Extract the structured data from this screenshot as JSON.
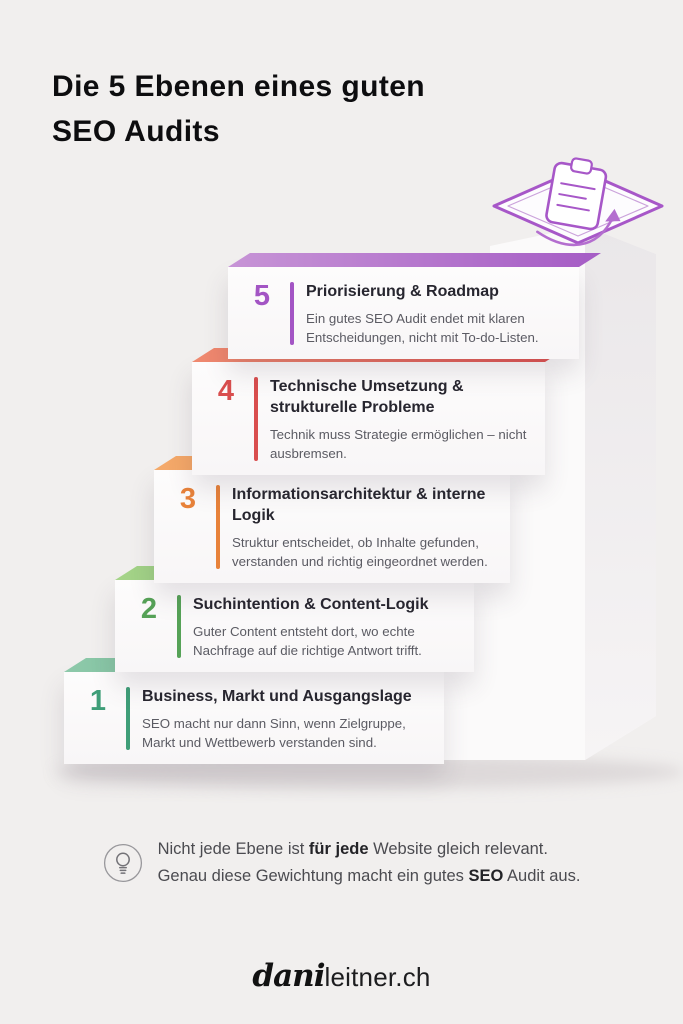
{
  "title": {
    "line1": "Die 5 Ebenen eines guten",
    "line2": "SEO Audits"
  },
  "steps": [
    {
      "number": "1",
      "title": "Business, Markt und Ausgangslage",
      "description": "SEO macht nur dann Sinn, wenn Zielgruppe, Markt und Wettbewerb verstanden sind.",
      "color": "#3f9e78",
      "band_from": "#8ec9aa",
      "band_to": "#52a87d"
    },
    {
      "number": "2",
      "title": "Suchintention & Content-Logik",
      "description": "Guter Content entsteht dort, wo echte Nachfrage auf die richtige Antwort trifft.",
      "color": "#56a257",
      "band_from": "#a6d489",
      "band_to": "#61ad62"
    },
    {
      "number": "3",
      "title": "Informationsarchitektur & interne Logik",
      "description": "Struktur entscheidet, ob Inhalte gefunden, verstanden und richtig eingeordnet werden.",
      "color": "#e8823a",
      "band_from": "#f4aa6b",
      "band_to": "#ec7f3d"
    },
    {
      "number": "4",
      "title": "Technische Umsetzung & strukturelle Probleme",
      "description": "Technik muss Strategie ermöglichen – nicht ausbremsen.",
      "color": "#d94e4e",
      "band_from": "#ef8a70",
      "band_to": "#df4f4e"
    },
    {
      "number": "5",
      "title": "Priorisierung & Roadmap",
      "description": "Ein gutes SEO Audit endet mit klaren Entscheidungen, nicht mit To-do-Listen.",
      "color": "#a355c4",
      "band_from": "#c794d6",
      "band_to": "#a55cc5"
    }
  ],
  "note": {
    "line1_pre": "Nicht jede Ebene ist ",
    "line1_bold": "für jede",
    "line1_post": " Website gleich relevant.",
    "line2_pre": "Genau diese Gewichtung macht ein gutes ",
    "line2_bold": "SEO",
    "line2_post": " Audit aus."
  },
  "footer": {
    "brand_script": "dani",
    "brand_rest": "leitner.ch"
  },
  "icons": {
    "clipboard": "clipboard-checklist-icon",
    "lightbulb": "lightbulb-icon"
  },
  "colors": {
    "background": "#f1efee",
    "accent_purple": "#a757c8",
    "card_background": "#fcfafb",
    "text_dark": "#27262f",
    "text_gray": "#5b5b63"
  }
}
